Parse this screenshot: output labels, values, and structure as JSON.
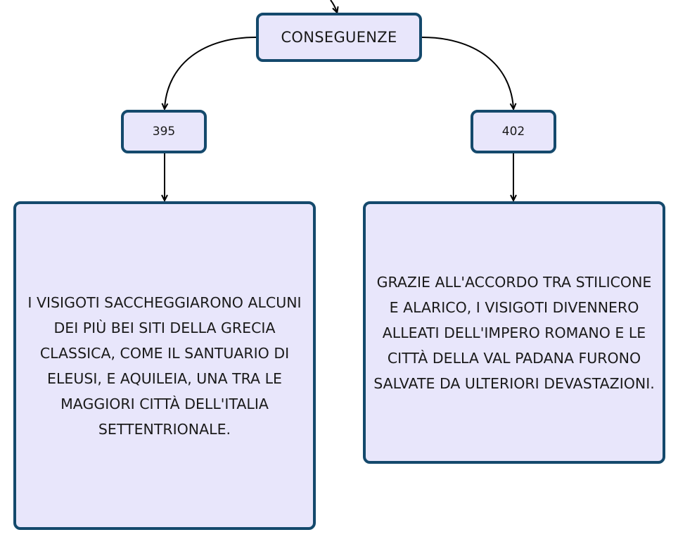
{
  "diagram": {
    "root": {
      "label": "CONSEGUENZE"
    },
    "branches": [
      {
        "year": "395",
        "text": "I VISIGOTI SACCHEGGIARONO ALCUNI DEI PIÙ BEI SITI DELLA GRECIA CLASSICA, COME IL SANTUARIO DI ELEUSI, E AQUILEIA, UNA TRA LE MAGGIORI CITTÀ DELL'ITALIA SETTENTRIONALE."
      },
      {
        "year": "402",
        "text": "GRAZIE ALL'ACCORDO TRA STILICONE E ALARICO, I VISIGOTI DIVENNERO ALLEATI DELL'IMPERO ROMANO E LE CITTÀ DELLA VAL PADANA FURONO SALVATE DA ULTERIORI DEVASTAZIONI."
      }
    ],
    "colors": {
      "node_fill": "#e8e6fb",
      "node_border": "#14496c",
      "connector": "#000000"
    }
  }
}
